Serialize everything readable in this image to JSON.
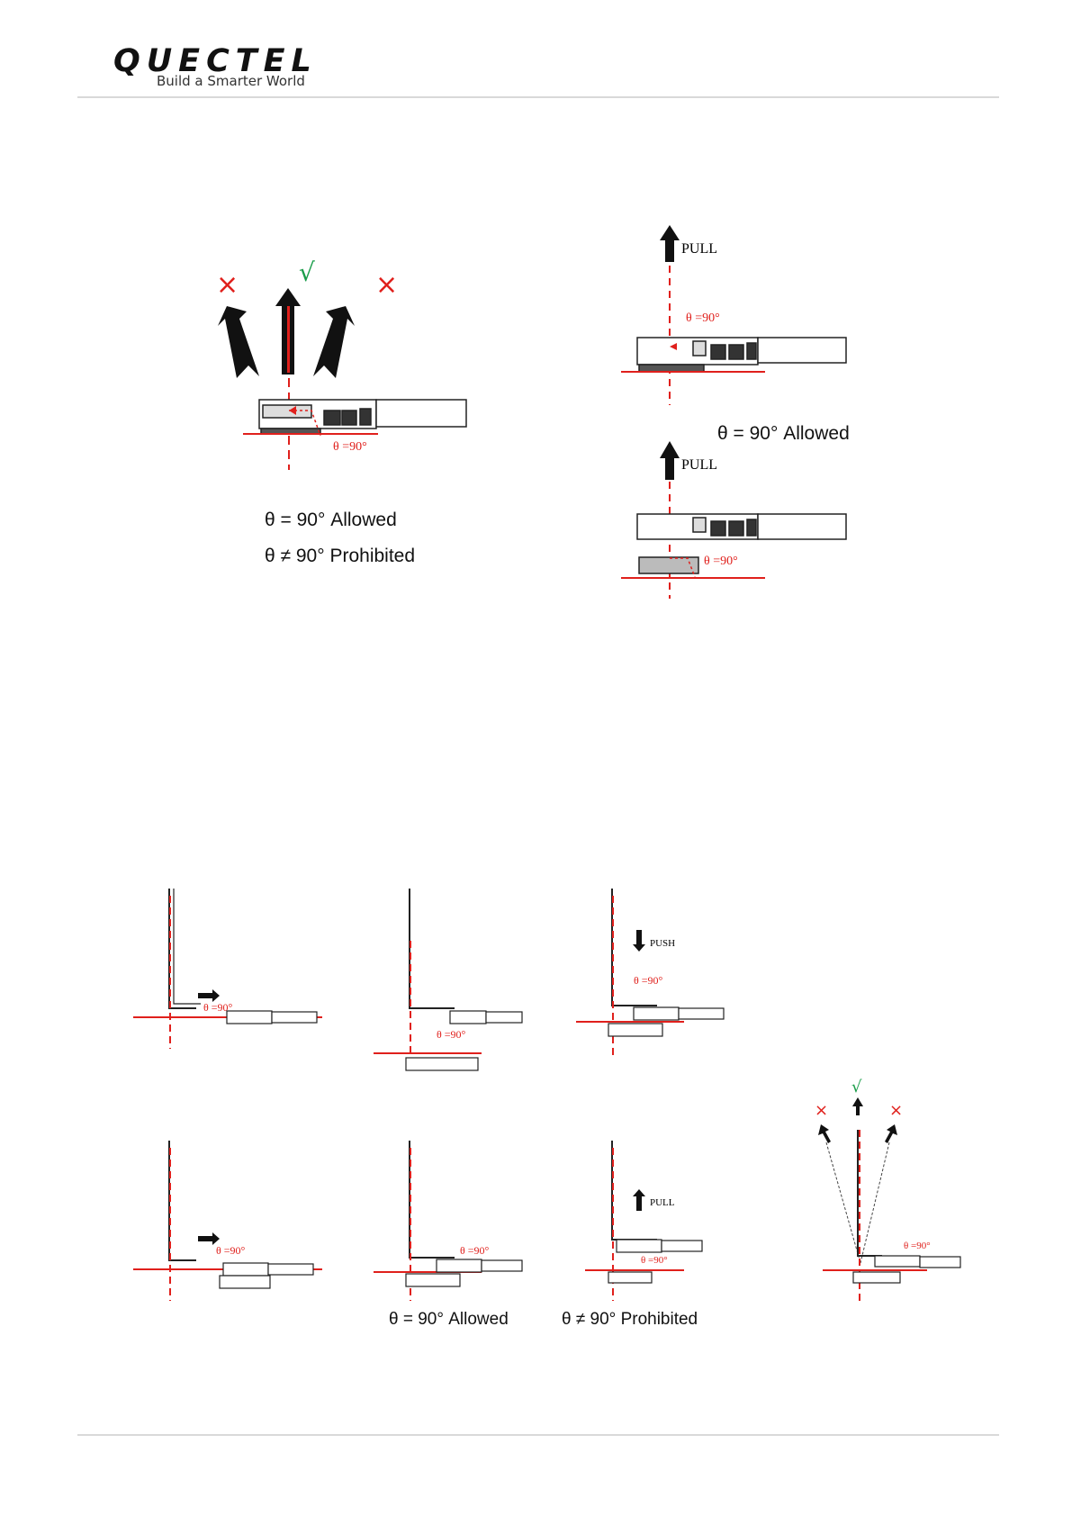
{
  "header": {
    "brand": "QUECTEL",
    "tagline": "Build a Smarter World"
  },
  "figure_top": {
    "left": {
      "marks": [
        "×",
        "√",
        "×"
      ],
      "angle_label": "θ =90°",
      "allowed": "θ = 90° Allowed",
      "prohibited": "θ ≠ 90° Prohibited"
    },
    "right": {
      "pull_label": "PULL",
      "angle_label": "θ =90°",
      "allowed": "θ = 90° Allowed"
    }
  },
  "figure_bottom": {
    "push_label": "PUSH",
    "pull_label": "PULL",
    "angle_label": "θ =90°",
    "marks": [
      "×",
      "√",
      "×"
    ],
    "allowed": "θ = 90° Allowed",
    "prohibited": "θ ≠ 90° Prohibited"
  },
  "colors": {
    "red": "#e0201c",
    "green": "#1a9d4a",
    "line": "#222222"
  }
}
